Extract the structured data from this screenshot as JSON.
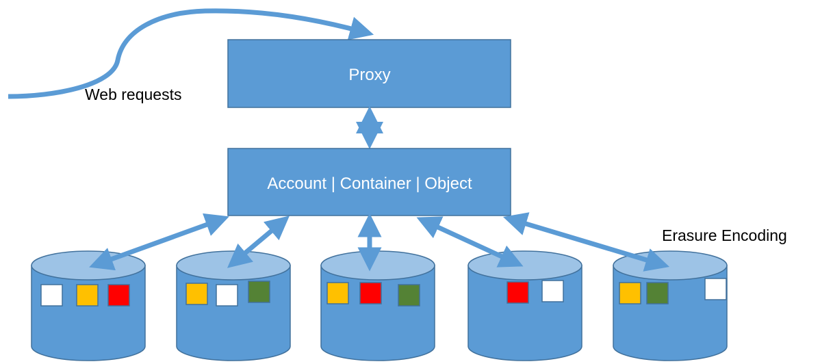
{
  "labels": {
    "proxy": "Proxy",
    "ring": "Account | Container | Object",
    "web_requests": "Web requests",
    "erasure": "Erasure Encoding"
  },
  "colors": {
    "box_fill": "#5b9bd5",
    "box_stroke": "#41719c",
    "cylinder_top": "#9dc3e6",
    "arrow": "#5b9bd5",
    "white": "#ffffff",
    "yellow": "#ffc000",
    "red": "#ff0000",
    "green": "#548235"
  },
  "nodes": [
    {
      "chunks": [
        "white",
        "yellow",
        "red"
      ]
    },
    {
      "chunks": [
        "yellow",
        "white",
        "green"
      ]
    },
    {
      "chunks": [
        "yellow",
        "red",
        "green"
      ]
    },
    {
      "chunks": [
        "red",
        "white"
      ]
    },
    {
      "chunks": [
        "yellow",
        "green",
        "white"
      ]
    }
  ]
}
